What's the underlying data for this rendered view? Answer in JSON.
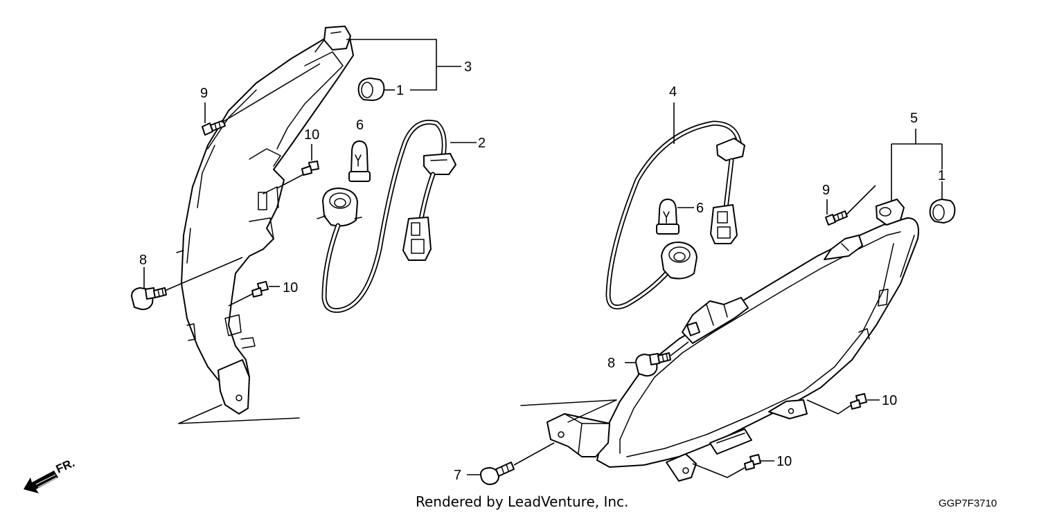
{
  "callouts": {
    "c1a": "1",
    "c2": "2",
    "c3": "3",
    "c6a": "6",
    "c9a": "9",
    "c10a": "10",
    "c8a": "8",
    "c10b": "10",
    "c4": "4",
    "c5": "5",
    "c1b": "1",
    "c9b": "9",
    "c6b": "6",
    "c8b": "8",
    "c10c": "10",
    "c7": "7",
    "c10d": "10"
  },
  "direction_label": "FR.",
  "credit": "Rendered by LeadVenture, Inc.",
  "diagram_code": "GGP7F3710"
}
